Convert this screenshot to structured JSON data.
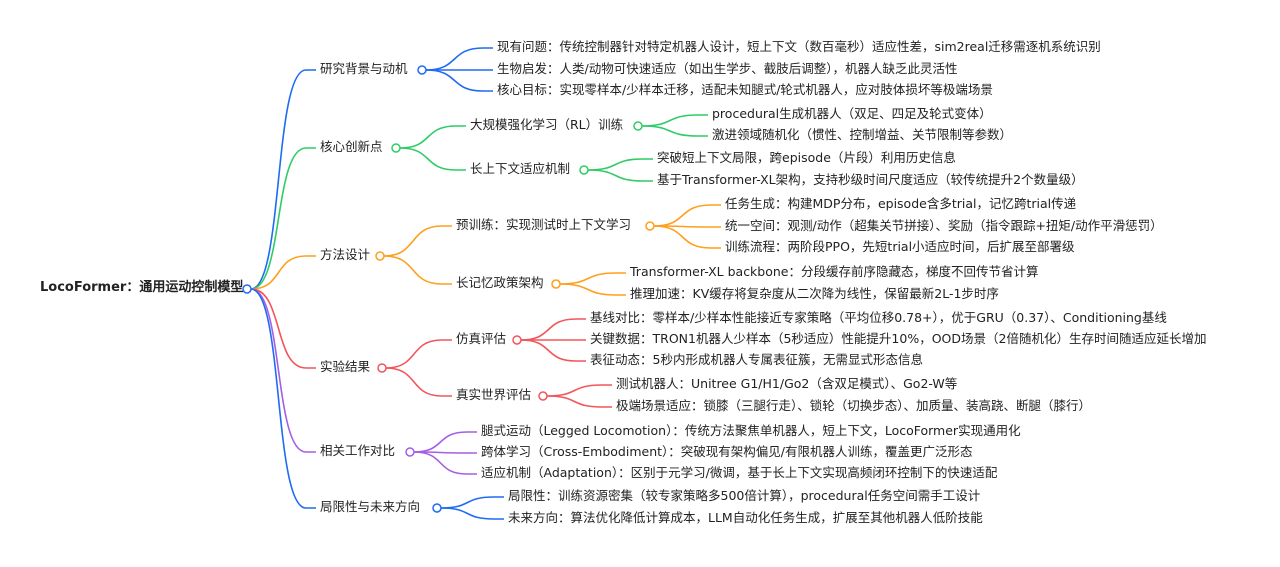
{
  "root": {
    "label": "LocoFormer：通用运动控制模型"
  },
  "branches": [
    {
      "label": "研究背景与动机",
      "color": "#1f6bf2",
      "children": [
        {
          "label": "现有问题：传统控制器针对特定机器人设计，短上下文（数百毫秒）适应性差，sim2real迁移需逐机系统识别"
        },
        {
          "label": "生物启发：人类/动物可快速适应（如出生学步、截肢后调整），机器人缺乏此灵活性"
        },
        {
          "label": "核心目标：实现零样本/少样本迁移，适配未知腿式/轮式机器人，应对肢体损坏等极端场景"
        }
      ]
    },
    {
      "label": "核心创新点",
      "color": "#2fcc66",
      "children": [
        {
          "label": "大规模强化学习（RL）训练",
          "children": [
            {
              "label": "procedural生成机器人（双足、四足及轮式变体）"
            },
            {
              "label": "激进领域随机化（惯性、控制增益、关节限制等参数）"
            }
          ]
        },
        {
          "label": "长上下文适应机制",
          "children": [
            {
              "label": "突破短上下文局限，跨episode（片段）利用历史信息"
            },
            {
              "label": "基于Transformer-XL架构，支持秒级时间尺度适应（较传统提升2个数量级）"
            }
          ]
        }
      ]
    },
    {
      "label": "方法设计",
      "color": "#ff9f1a",
      "children": [
        {
          "label": "预训练：实现测试时上下文学习",
          "children": [
            {
              "label": "任务生成：构建MDP分布，episode含多trial，记忆跨trial传递"
            },
            {
              "label": "统一空间：观测/动作（超集关节拼接）、奖励（指令跟踪+扭矩/动作平滑惩罚）"
            },
            {
              "label": "训练流程：两阶段PPO，先短trial小适应时间，后扩展至部署级"
            }
          ]
        },
        {
          "label": "长记忆政策架构",
          "children": [
            {
              "label": "Transformer-XL backbone：分段缓存前序隐藏态，梯度不回传节省计算"
            },
            {
              "label": "推理加速：KV缓存将复杂度从二次降为线性，保留最新2L-1步时序"
            }
          ]
        }
      ]
    },
    {
      "label": "实验结果",
      "color": "#f2555a",
      "children": [
        {
          "label": "仿真评估",
          "children": [
            {
              "label": "基线对比：零样本/少样本性能接近专家策略（平均位移0.78+），优于GRU（0.37）、Conditioning基线"
            },
            {
              "label": "关键数据：TRON1机器人少样本（5秒适应）性能提升10%，OOD场景（2倍随机化）生存时间随适应延长增加"
            },
            {
              "label": "表征动态：5秒内形成机器人专属表征簇，无需显式形态信息"
            }
          ]
        },
        {
          "label": "真实世界评估",
          "children": [
            {
              "label": "测试机器人：Unitree G1/H1/Go2（含双足模式）、Go2-W等"
            },
            {
              "label": "极端场景适应：锁膝（三腿行走）、锁轮（切换步态）、加质量、装高跷、断腿（膝行）"
            }
          ]
        }
      ]
    },
    {
      "label": "相关工作对比",
      "color": "#a55ee6",
      "children": [
        {
          "label": "腿式运动（Legged Locomotion）：传统方法聚焦单机器人，短上下文，LocoFormer实现通用化"
        },
        {
          "label": "跨体学习（Cross-Embodiment）：突破现有架构偏见/有限机器人训练，覆盖更广泛形态"
        },
        {
          "label": "适应机制（Adaptation）：区别于元学习/微调，基于长上下文实现高频闭环控制下的快速适配"
        }
      ]
    },
    {
      "label": "局限性与未来方向",
      "color": "#1f6bf2",
      "children": [
        {
          "label": "局限性：训练资源密集（较专家策略多500倍计算），procedural任务空间需手工设计"
        },
        {
          "label": "未来方向：算法优化降低计算成本，LLM自动化任务生成，扩展至其他机器人低阶技能"
        }
      ]
    }
  ]
}
